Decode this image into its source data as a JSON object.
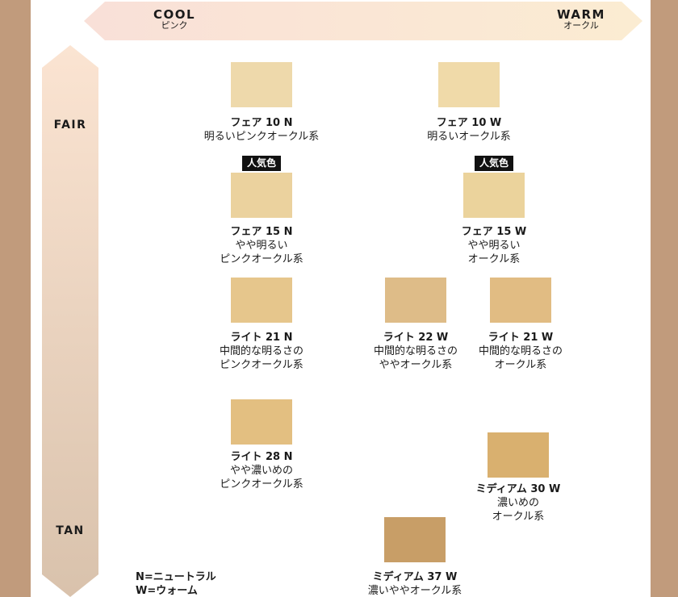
{
  "colors": {
    "side_panel": "#c19b7c",
    "badge_bg": "#111111"
  },
  "header_axis": {
    "left_main": "COOL",
    "left_sub": "ピンク",
    "right_main": "WARM",
    "right_sub": "オークル"
  },
  "side_axis": {
    "top": "FAIR",
    "bottom": "TAN"
  },
  "badge_text": "人気色",
  "shades": [
    {
      "name": "フェア 10 N",
      "desc": [
        "明るいピンクオークル系"
      ],
      "color": "#eed9ab"
    },
    {
      "name": "フェア 10 W",
      "desc": [
        "明るいオークル系"
      ],
      "color": "#f0daa9"
    },
    {
      "name": "フェア 15 N",
      "desc": [
        "やや明るい",
        "ピンクオークル系"
      ],
      "color": "#ebd29e",
      "popular": true
    },
    {
      "name": "フェア 15 W",
      "desc": [
        "やや明るい",
        "オークル系"
      ],
      "color": "#ebd39c",
      "popular": true
    },
    {
      "name": "ライト 21 N",
      "desc": [
        "中間的な明るさの",
        "ピンクオークル系"
      ],
      "color": "#e6c68c"
    },
    {
      "name": "ライト 22 W",
      "desc": [
        "中間的な明るさの",
        "ややオークル系"
      ],
      "color": "#debc88"
    },
    {
      "name": "ライト 21 W",
      "desc": [
        "中間的な明るさの",
        "オークル系"
      ],
      "color": "#e1bc83"
    },
    {
      "name": "ライト 28 N",
      "desc": [
        "やや濃いめの",
        "ピンクオークル系"
      ],
      "color": "#e3bf81"
    },
    {
      "name": "ミディアム 30 W",
      "desc": [
        "濃いめの",
        "オークル系"
      ],
      "color": "#d9b06f"
    },
    {
      "name": "ミディアム 37 W",
      "desc": [
        "濃いややオークル系"
      ],
      "color": "#c89e67"
    }
  ],
  "legend": [
    "N=ニュートラル",
    "W=ウォーム"
  ]
}
